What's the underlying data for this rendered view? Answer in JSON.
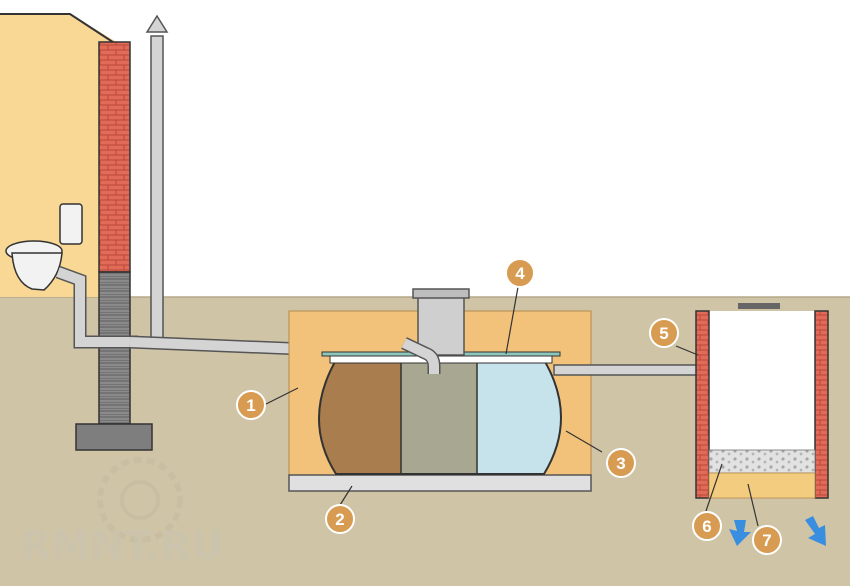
{
  "colors": {
    "soil": "#cfc4a6",
    "house_wall": "#f8d894",
    "brick": "#e16b58",
    "foundation": "#7e7e7e",
    "pit_sand": "#f2c27a",
    "slab": "#e0e0e0",
    "pipe": "#d4d4d4",
    "chamber_1": "#a97d4e",
    "chamber_2": "#a8a792",
    "chamber_3": "#c6e2ea",
    "lid": "#8dc7bc",
    "callout": "#d79b52",
    "gravel": "#dcdcdc",
    "filter_sand": "#f4cc80",
    "flow_arrow": "#3a8ee0"
  },
  "callouts": [
    {
      "id": "1",
      "label": "1"
    },
    {
      "id": "2",
      "label": "2"
    },
    {
      "id": "3",
      "label": "3"
    },
    {
      "id": "4",
      "label": "4"
    },
    {
      "id": "5",
      "label": "5"
    },
    {
      "id": "6",
      "label": "6"
    },
    {
      "id": "7",
      "label": "7"
    }
  ],
  "watermark": "RMNT.RU",
  "icons": {
    "toilet": "toilet-icon",
    "flow": "flow-arrow-icon",
    "watermark_logo": "gear-logo-icon"
  }
}
